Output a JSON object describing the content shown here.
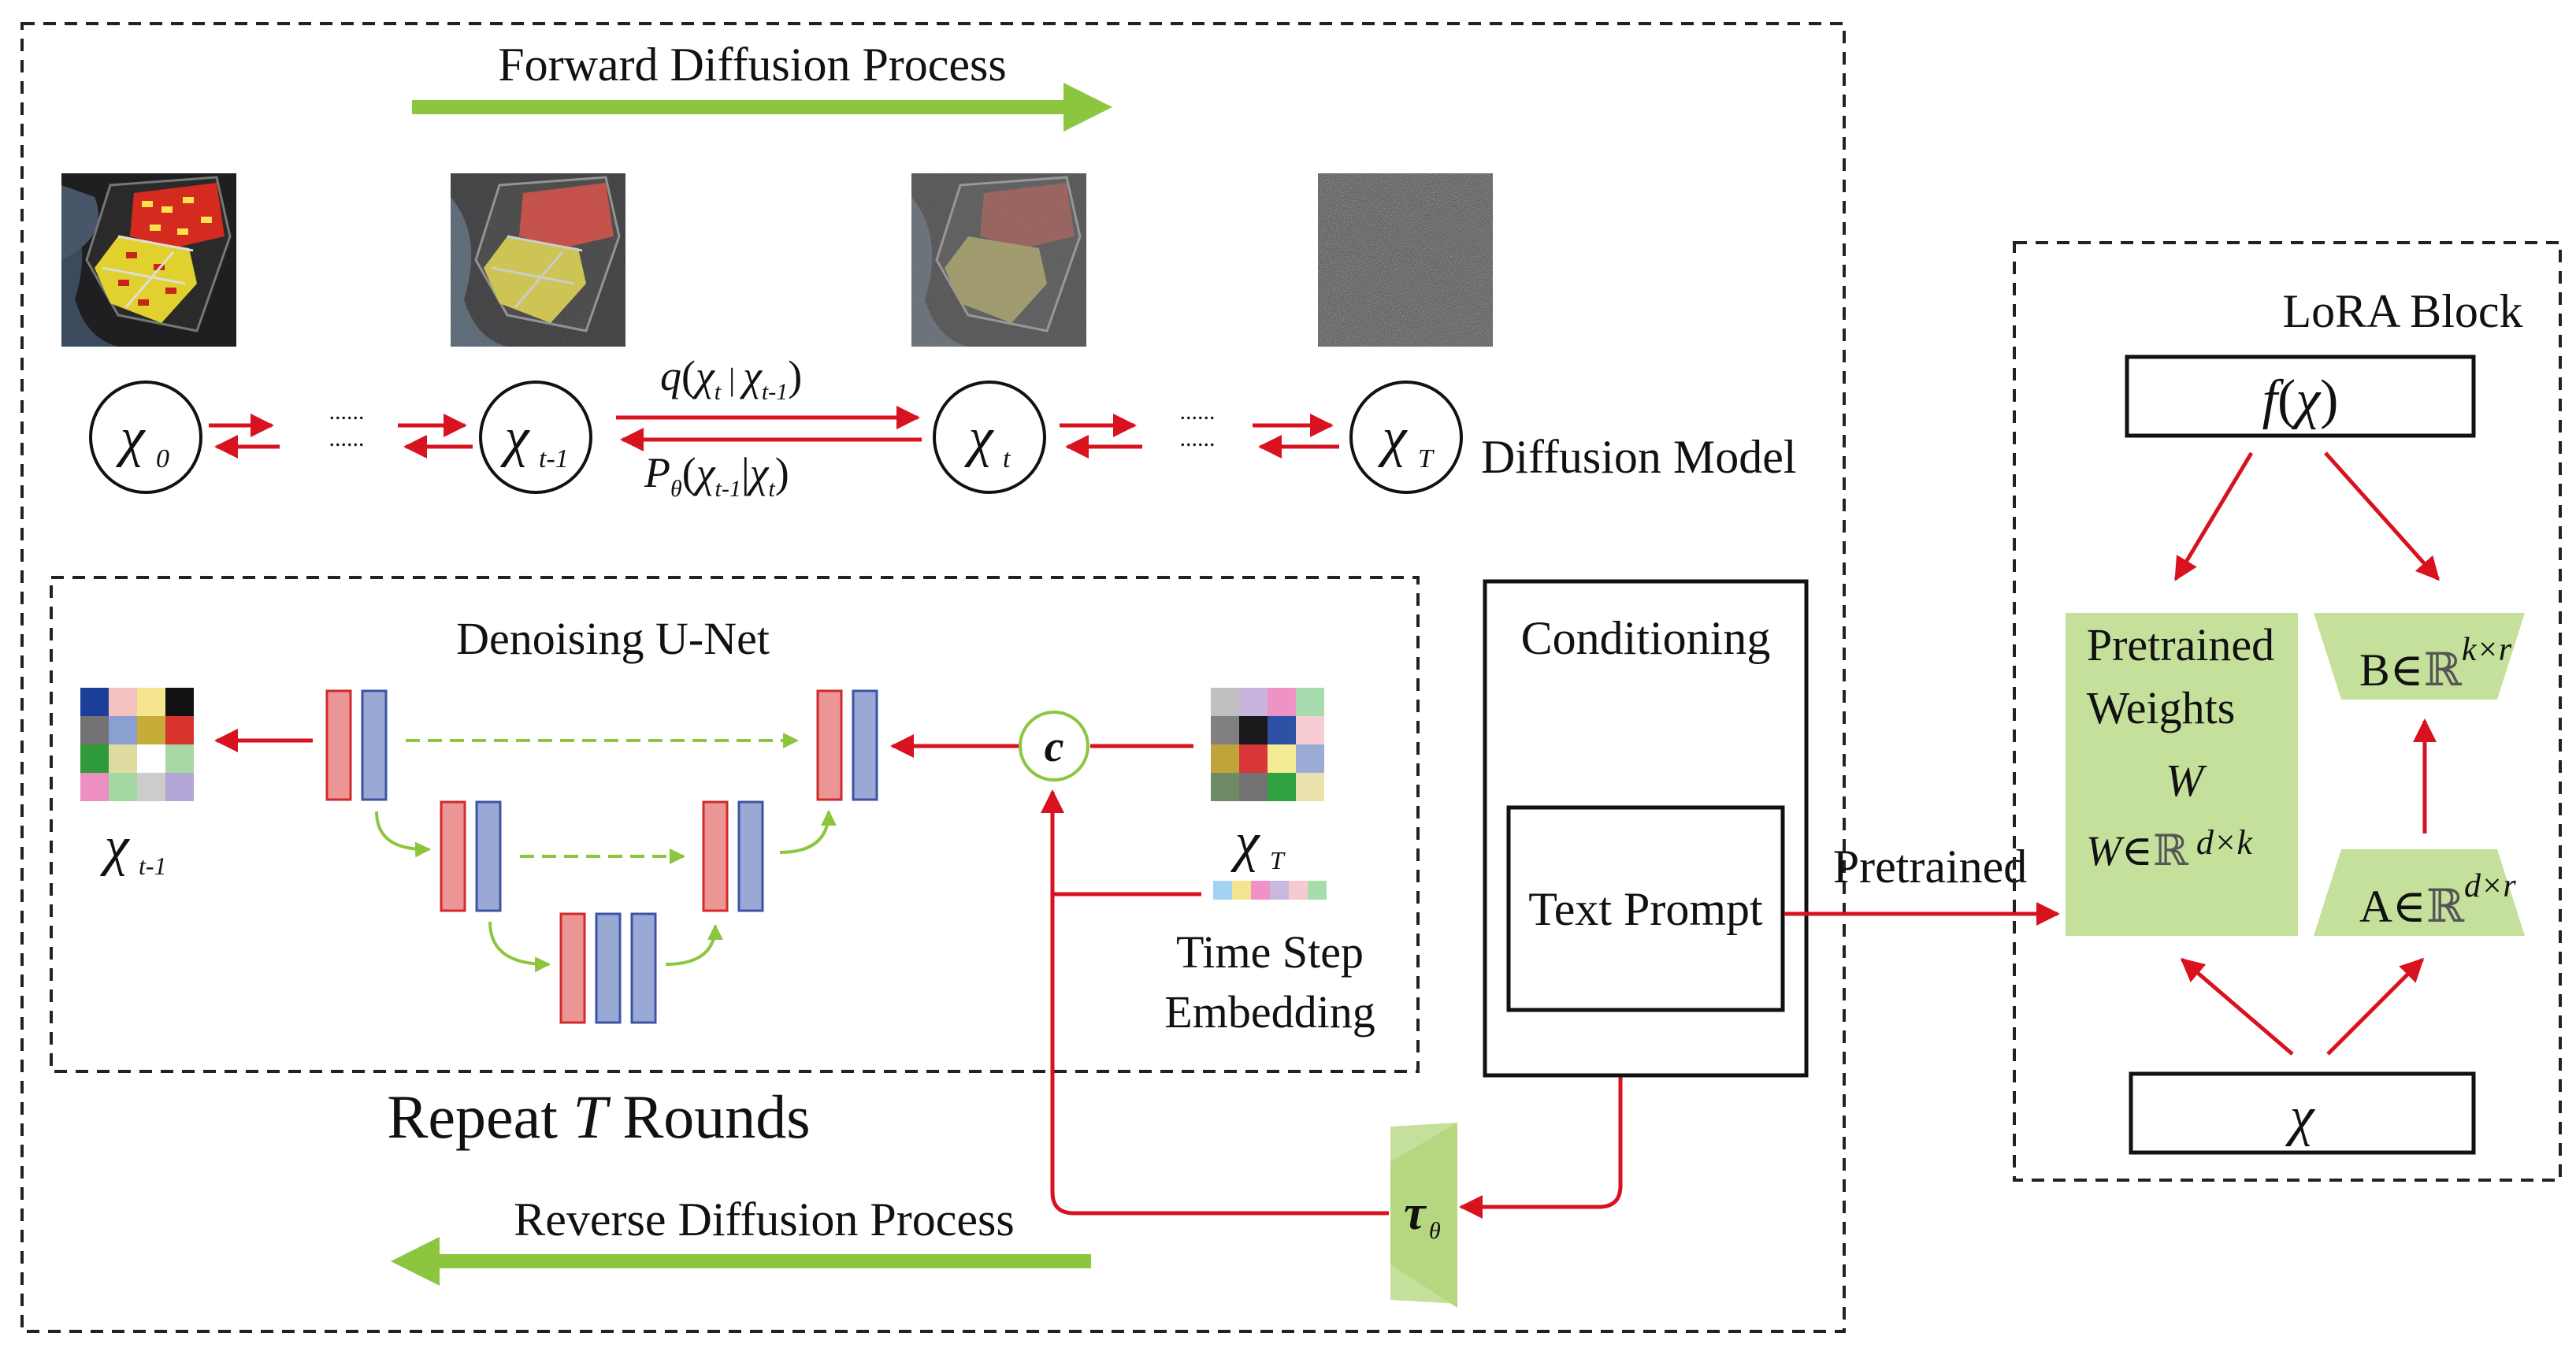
{
  "diagram": {
    "forward_label": "Forward Diffusion Process",
    "reverse_label": "Reverse Diffusion Process",
    "model_label": "Diffusion Model",
    "dots": "......",
    "states": {
      "x0": {
        "sym": "χ",
        "sub": "0"
      },
      "xt_minus_1": {
        "sym": "χ",
        "sub": "t-1"
      },
      "xt": {
        "sym": "χ",
        "sub": "t"
      },
      "xT": {
        "sym": "χ",
        "sub": "T"
      }
    },
    "q_formula": {
      "q": "q",
      "open": "(",
      "x1": "χ",
      "s1": "t",
      "bar": " | ",
      "x2": "χ",
      "s2": "t-1",
      "close": ")"
    },
    "p_formula": {
      "p": "P",
      "theta": "θ",
      "open": "(",
      "x1": "χ",
      "s1": "t-1",
      "bar": "|",
      "x2": "χ",
      "s2": "t",
      "close": ")"
    },
    "unet": {
      "title": "Denoising U-Net",
      "output": {
        "sym": "χ",
        "sub": "t-1"
      },
      "input": {
        "sym": "χ",
        "sub": "T"
      },
      "concat": "c",
      "timestep_line1": "Time  Step",
      "timestep_line2": "Embedding"
    },
    "repeat": {
      "pre": "Repeat ",
      "var": "T",
      "post": " Rounds"
    },
    "conditioning": {
      "title": "Conditioning",
      "text_prompt": "Text Prompt"
    },
    "tau": {
      "sym": "τ",
      "sub": "θ"
    },
    "pretrained_arrow_label": "Pretrained",
    "lora": {
      "title": "LoRA Block",
      "f_box": {
        "f": "f",
        "open": "(",
        "x": "χ",
        "close": ")"
      },
      "weights_line1": "Pretrained",
      "weights_line2": "Weights",
      "weights_W": "W",
      "weights_dim": {
        "W": "W",
        "in": "∈",
        "R": "ℝ",
        "exp": "d×k"
      },
      "B": {
        "label": "B",
        "in": "∈",
        "R": "ℝ",
        "exp": "k×r"
      },
      "A": {
        "label": "A",
        "in": "∈",
        "R": "ℝ",
        "exp": "d×r"
      },
      "input_x": "χ"
    },
    "colors": {
      "arrow_red": "#d8121f",
      "green": "#8cc63f",
      "lora_fill": "#c5e09b",
      "unet_pink": "#ec9595",
      "unet_blue": "#9aa8d4"
    }
  }
}
